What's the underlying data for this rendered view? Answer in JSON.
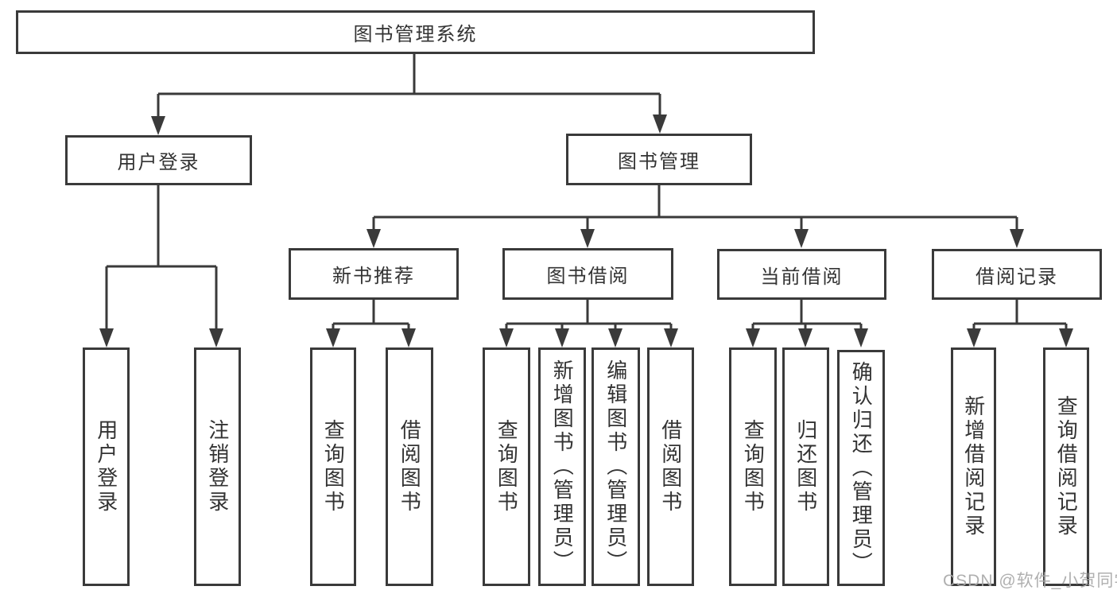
{
  "diagram": {
    "type": "hierarchy-tree",
    "title": "图书管理系统",
    "watermark": "CSDN @软件_小贺同学",
    "colors": {
      "background": "#ffffff",
      "line": "#3a3a3a",
      "box_border": "#3a3a3a",
      "text": "#333333",
      "watermark_text": "#a9a9a9"
    }
  },
  "nodes": {
    "root": {
      "label": "图书管理系统"
    },
    "user_login": {
      "label": "用户登录"
    },
    "book_mgmt": {
      "label": "图书管理"
    },
    "leaf_user_login": {
      "label": "用户登录"
    },
    "leaf_logout": {
      "label": "注销登录"
    },
    "new_book_rec": {
      "label": "新书推荐"
    },
    "book_borrow": {
      "label": "图书借阅"
    },
    "current_borrow": {
      "label": "当前借阅"
    },
    "borrow_records": {
      "label": "借阅记录"
    },
    "nbr_query_books": {
      "label": "查询图书"
    },
    "nbr_borrow_books": {
      "label": "借阅图书"
    },
    "bb_query_books": {
      "label": "查询图书"
    },
    "bb_add_books": {
      "label": "新增图书（管理员）"
    },
    "bb_edit_books": {
      "label": "编辑图书（管理员）"
    },
    "bb_borrow_books": {
      "label": "借阅图书"
    },
    "cb_query_books": {
      "label": "查询图书"
    },
    "cb_return_books": {
      "label": "归还图书"
    },
    "cb_confirm_return": {
      "label": "确认归还（管理员）"
    },
    "br_add_record": {
      "label": "新增借阅记录"
    },
    "br_query_record": {
      "label": "查询借阅记录"
    }
  },
  "hierarchy": {
    "图书管理系统": {
      "用户登录": [
        "用户登录",
        "注销登录"
      ],
      "图书管理": {
        "新书推荐": [
          "查询图书",
          "借阅图书"
        ],
        "图书借阅": [
          "查询图书",
          "新增图书（管理员）",
          "编辑图书（管理员）",
          "借阅图书"
        ],
        "当前借阅": [
          "查询图书",
          "归还图书",
          "确认归还（管理员）"
        ],
        "借阅记录": [
          "新增借阅记录",
          "查询借阅记录"
        ]
      }
    }
  }
}
